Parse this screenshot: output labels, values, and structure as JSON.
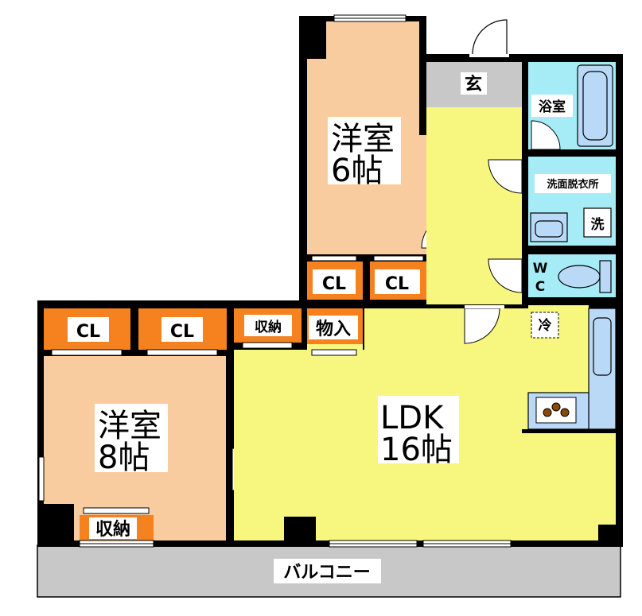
{
  "rooms": {
    "western_6": {
      "name": "洋室",
      "size": "6帖"
    },
    "western_8": {
      "name": "洋室",
      "size": "8帖"
    },
    "ldk": {
      "name": "LDK",
      "size": "16帖"
    },
    "entrance": "玄",
    "bath": "浴室",
    "washroom": "洗面脱衣所",
    "washer": "洗",
    "wc_w": "W",
    "wc_c": "C",
    "fridge": "冷",
    "balcony": "バルコニー"
  },
  "storage": {
    "cl_upper_1": "CL",
    "cl_upper_2": "CL",
    "cl_lower_1": "CL",
    "cl_lower_2": "CL",
    "shuno_top": "収納",
    "monoire": "物入",
    "shuno_bottom": "収納"
  },
  "colors": {
    "wall": "#000000",
    "western_room": "#f9cc9f",
    "ldk": "#f7f77f",
    "closet": "#f6821f",
    "water_area": "#a6ecf6",
    "fixture": "#b9d9f6",
    "gray": "#c8c8c8"
  }
}
